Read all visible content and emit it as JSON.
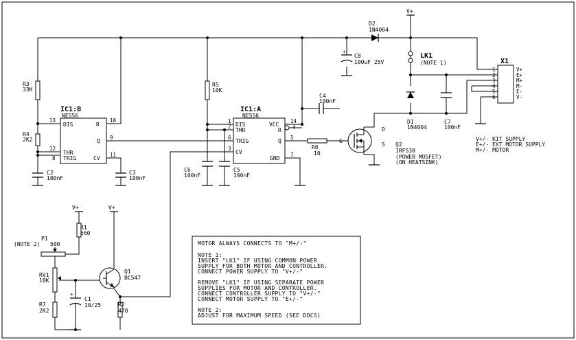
{
  "ic1b": {
    "ref": "IC1:B",
    "part": "NE556",
    "pins": {
      "dis": "DIS",
      "r": "R",
      "thr": "THR",
      "trig": "TRIG",
      "q": "Q",
      "cv": "CV"
    },
    "pin_nums": {
      "p13": "13",
      "p10": "10",
      "p12": "12",
      "p9": "9",
      "p8": "8",
      "p11": "11"
    }
  },
  "ic1a": {
    "ref": "IC1:A",
    "part": "NE556",
    "pins": {
      "dis": "DIS",
      "thr": "THR",
      "trig": "TRIG",
      "cv": "CV",
      "vcc": "VCC",
      "r": "R",
      "q": "Q",
      "gnd": "GND"
    },
    "pin_nums": {
      "p1": "1",
      "p2": "2",
      "p6": "6",
      "p3": "3",
      "p14": "14",
      "p4": "4",
      "p5": "5",
      "p7": "7"
    }
  },
  "components": {
    "r3": {
      "ref": "R3",
      "value": "33K"
    },
    "r4": {
      "ref": "R4",
      "value": "2K2"
    },
    "r5": {
      "ref": "R5",
      "value": "10K"
    },
    "r6": {
      "ref": "R6",
      "value": "10"
    },
    "r1": {
      "ref": "R1",
      "value": "560"
    },
    "r2": {
      "ref": "R2",
      "value": "470"
    },
    "r7": {
      "ref": "R7",
      "value": "2K2"
    },
    "c2": {
      "ref": "C2",
      "value": "100nF"
    },
    "c3": {
      "ref": "C3",
      "value": "100nF"
    },
    "c4": {
      "ref": "C4",
      "value": "100nF"
    },
    "c5": {
      "ref": "C5",
      "value": "100nF"
    },
    "c6": {
      "ref": "C6",
      "value": "100nF"
    },
    "c7": {
      "ref": "C7",
      "value": "100nF"
    },
    "c8": {
      "ref": "C8",
      "value": "100uF 25V"
    },
    "c1": {
      "ref": "C1",
      "value": "10/25"
    },
    "d1": {
      "ref": "D1",
      "value": "1N4004"
    },
    "d2": {
      "ref": "D2",
      "value": "1N4004"
    },
    "lk1": {
      "ref": "LK1",
      "note": "(NOTE 1)"
    },
    "q1": {
      "ref": "Q1",
      "value": "BC547"
    },
    "q2": {
      "ref": "Q2",
      "value": "IRF530",
      "line2": "(POWER MOSFET)",
      "line3": "(ON HEATSINK)"
    },
    "p1": {
      "ref": "P1",
      "value": "500",
      "note": "(NOTE 2)"
    },
    "rv1": {
      "ref": "RV1",
      "value": "10K"
    }
  },
  "mosfet_pins": {
    "d": "D",
    "g": "G",
    "s": "S"
  },
  "rails": {
    "vplus": "V+"
  },
  "connector": {
    "ref": "X1",
    "pin_nums": [
      "1",
      "2",
      "3",
      "4",
      "5",
      "6"
    ],
    "pin_labels": [
      "V+",
      "E+",
      "M+",
      "M-",
      "E-",
      "V-"
    ]
  },
  "legend": [
    "V+/- KIT SUPPLY",
    "E+/- EXT MOTOR SUPPLY",
    "M+/- MOTOR"
  ],
  "notes": [
    "MOTOR ALWAYS CONNECTS TO \"M+/-\"",
    "",
    "NOTE 1:",
    "INSERT \"LK1\" IF USING COMMON POWER",
    "SUPPLY FOR BOTH MOTOR AND CONTROLLER.",
    "CONNECT POWER SUPPLY TO \"V+/-\"",
    "",
    "REMOVE \"LK1\" IF USING SEPARATE POWER",
    "SUPPLIES FOR MOTOR AND CONTROLLER.",
    "CONNECT CONTROLLER SUPPLY TO \"V+/-\"",
    "CONNECT MOTOR SUPPLY TO \"E+/-\"",
    "",
    "NOTE 2:",
    "ADJUST FOR MAXIMUM SPEED (SEE DOCS)"
  ]
}
